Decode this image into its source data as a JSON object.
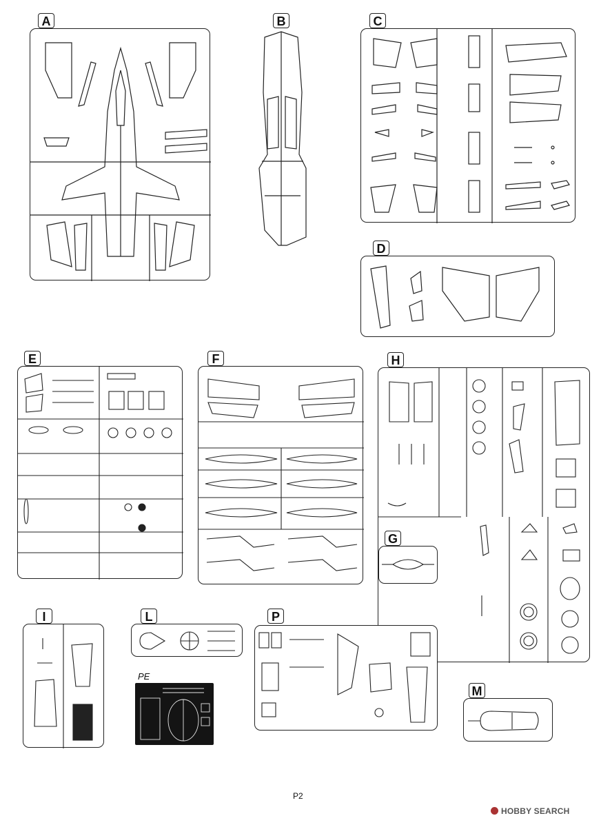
{
  "sprues": {
    "A": "A",
    "B": "B",
    "C": "C",
    "D": "D",
    "E": "E",
    "F": "F",
    "G": "G",
    "H": "H",
    "I": "I",
    "L": "L",
    "P": "P",
    "M": "M"
  },
  "photo_etch_label": "PE",
  "page_number": "P2",
  "watermark": "HOBBY SEARCH",
  "watermark_icon": "hobby-search-logo-icon",
  "colors": {
    "line": "#222222",
    "pe_fret": "#141414",
    "watermark": "#555555"
  }
}
